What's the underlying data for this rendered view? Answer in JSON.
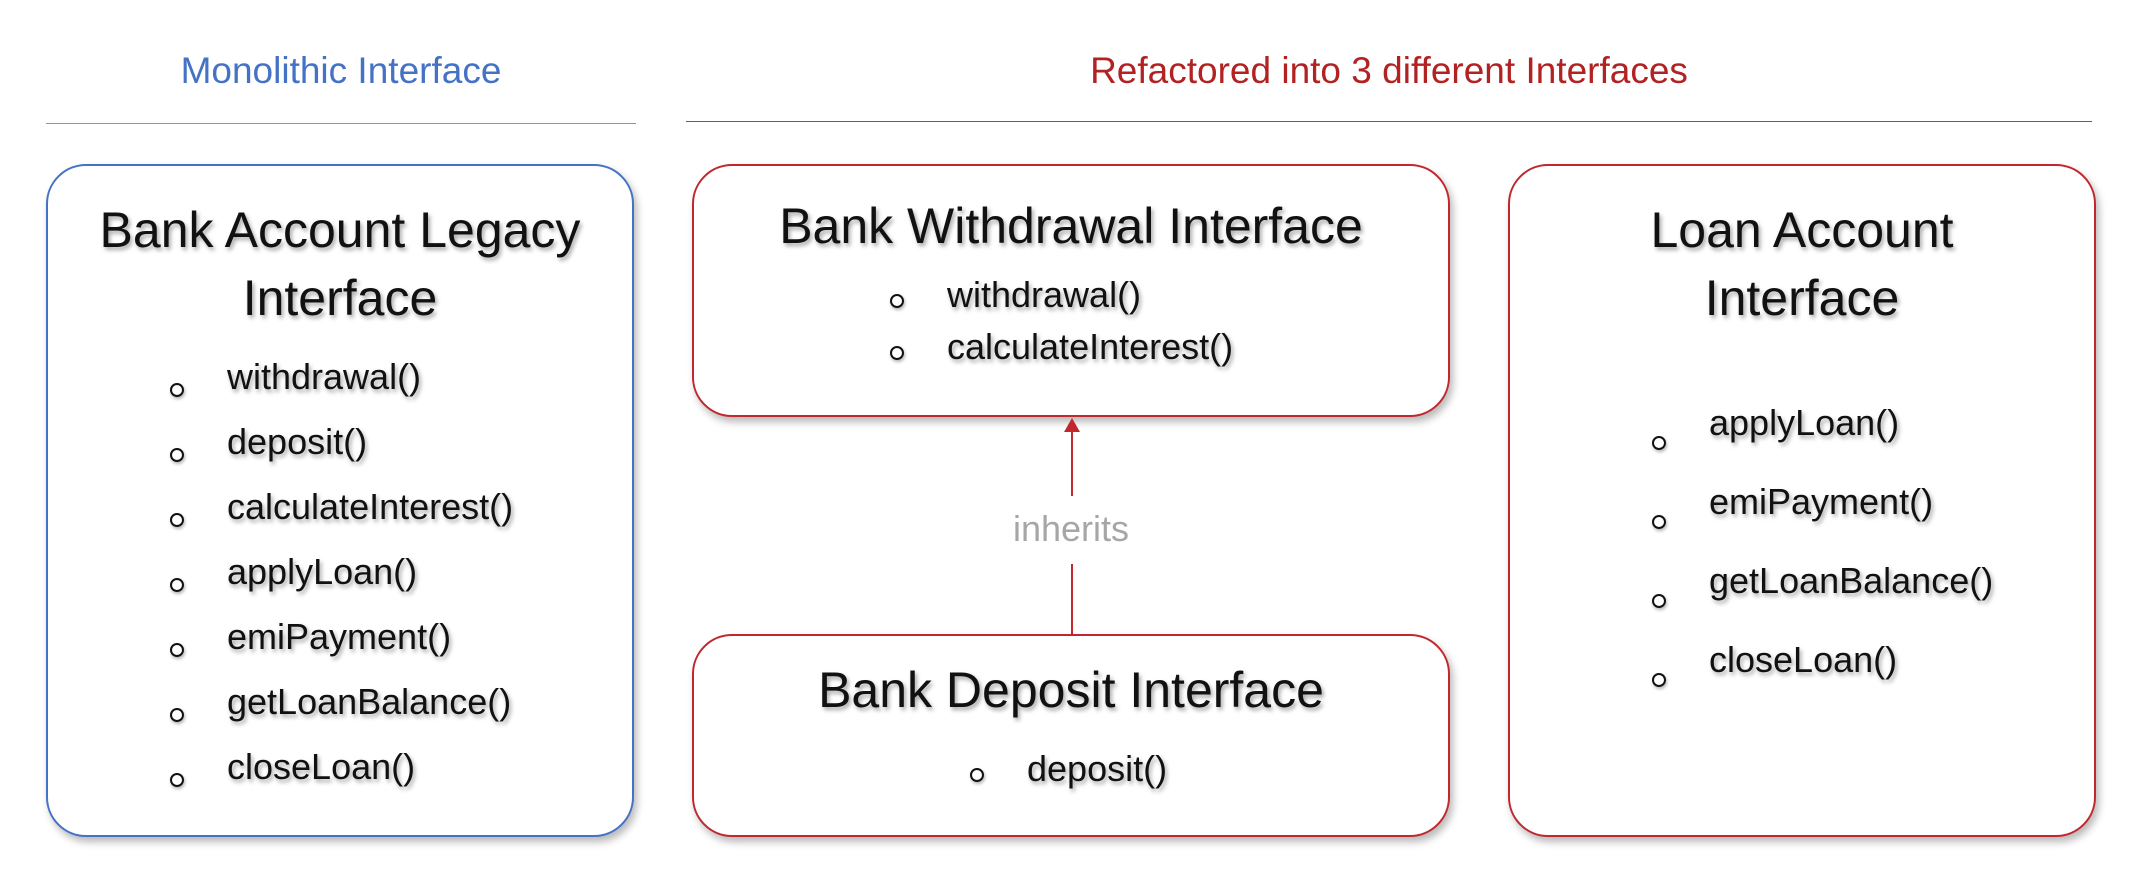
{
  "headings": {
    "monolithic": "Monolithic Interface",
    "refactored": "Refactored into 3 different Interfaces"
  },
  "boxes": {
    "legacy": {
      "title_line1": "Bank Account Legacy",
      "title_line2": "Interface",
      "methods": [
        "withdrawal()",
        "deposit()",
        "calculateInterest()",
        "applyLoan()",
        "emiPayment()",
        "getLoanBalance()",
        "closeLoan()"
      ]
    },
    "withdrawal": {
      "title": "Bank Withdrawal Interface",
      "methods": [
        "withdrawal()",
        "calculateInterest()"
      ]
    },
    "deposit": {
      "title": "Bank Deposit Interface",
      "methods": [
        "deposit()"
      ]
    },
    "loan": {
      "title_line1": "Loan Account",
      "title_line2": "Interface",
      "methods": [
        "applyLoan()",
        "emiPayment()",
        "getLoanBalance()",
        "closeLoan()"
      ]
    }
  },
  "relation": {
    "label": "inherits"
  },
  "colors": {
    "monolithic_accent": "#4472c4",
    "refactored_accent": "#c0282d",
    "relation_label": "#a6a6a6"
  }
}
